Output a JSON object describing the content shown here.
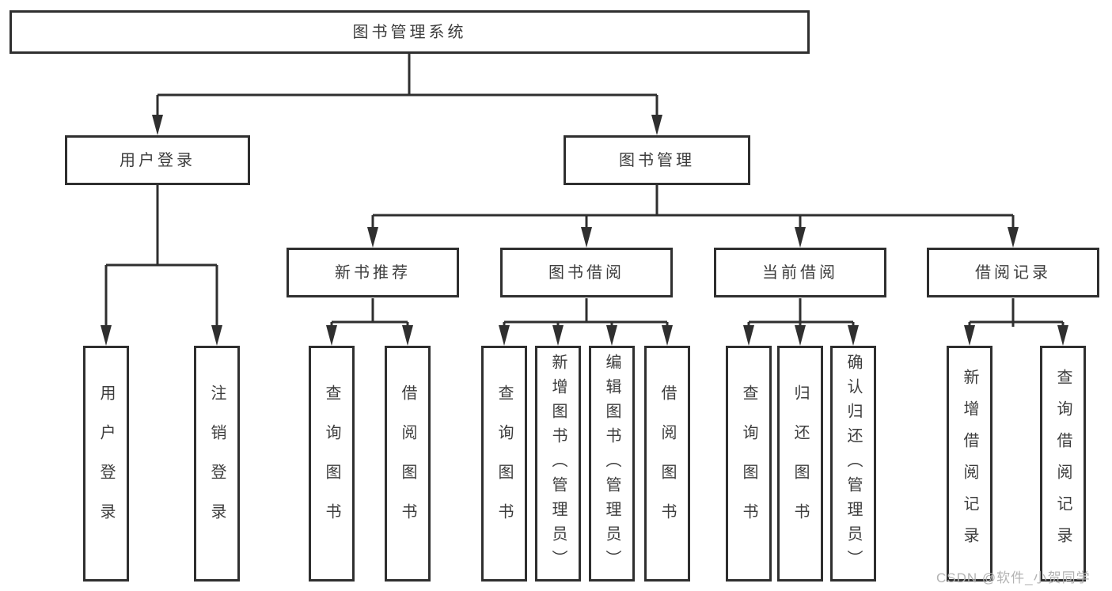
{
  "colors": {
    "line": "#2f2f2f",
    "text": "#3d3d3d",
    "background": "#ffffff",
    "watermark_color": "#b3b3b3"
  },
  "watermark": {
    "text": "CSDN @软件_小贺同学"
  },
  "tree": {
    "root": "图书管理系统",
    "branches": [
      {
        "label": "用户登录",
        "leaves": [
          "用户登录",
          "注销登录"
        ]
      },
      {
        "label": "图书管理",
        "sections": [
          {
            "label": "新书推荐",
            "leaves": [
              "查询图书",
              "借阅图书"
            ]
          },
          {
            "label": "图书借阅",
            "leaves": [
              "查询图书",
              "新增图书（管理员）",
              "编辑图书（管理员）",
              "借阅图书"
            ]
          },
          {
            "label": "当前借阅",
            "leaves": [
              "查询图书",
              "归还图书",
              "确认归还（管理员）"
            ]
          },
          {
            "label": "借阅记录",
            "leaves": [
              "新增借阅记录",
              "查询借阅记录"
            ]
          }
        ]
      }
    ]
  }
}
